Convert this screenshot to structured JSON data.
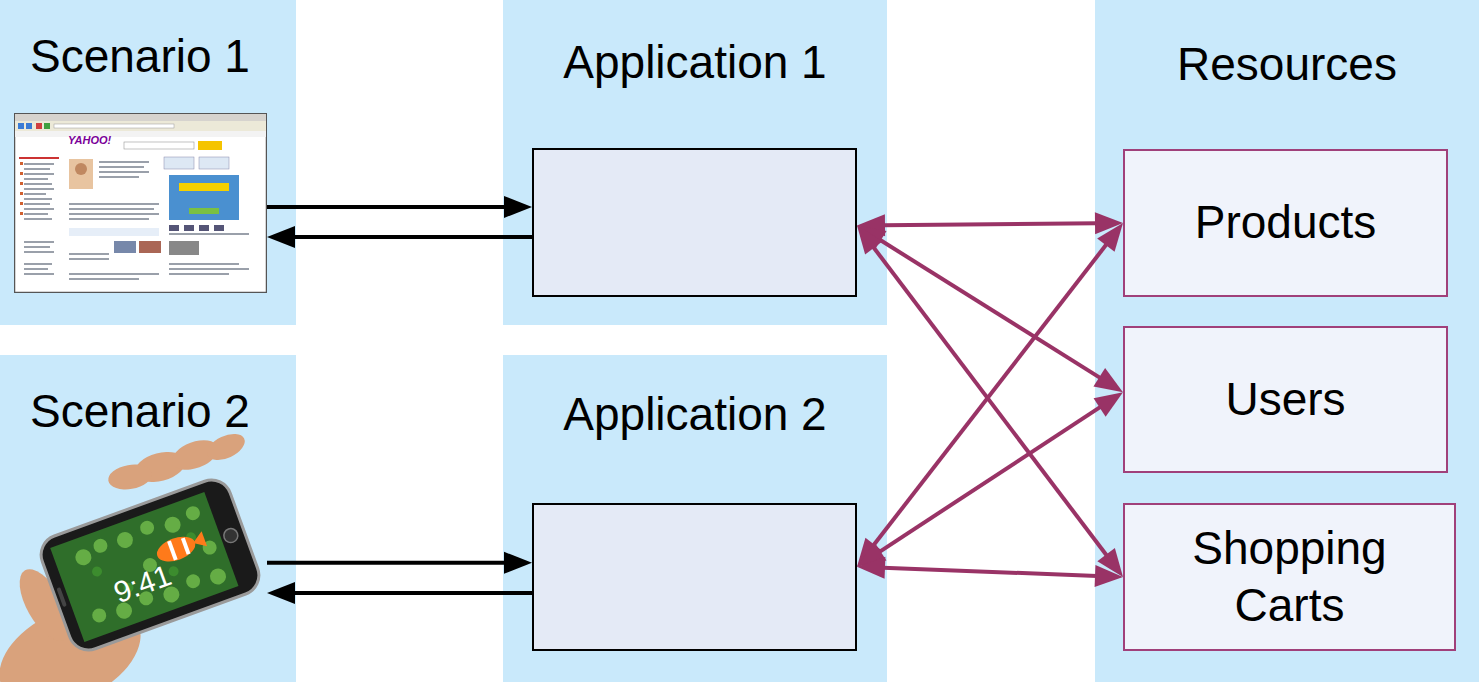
{
  "diagram": {
    "nodes": [
      {
        "text": [
          "Scenario 1"
        ]
      },
      {
        "text": [
          "Application 1"
        ]
      },
      {
        "text": [],
        "in": 1
      },
      {
        "text": [
          "Resources"
        ]
      },
      {
        "text": [
          "Products"
        ],
        "in": 3
      },
      {
        "text": [
          "Users"
        ],
        "in": 3
      },
      {
        "text": [
          "Shopping Carts"
        ],
        "in": 3
      },
      {
        "text": [
          "Scenario 2"
        ]
      },
      {
        "text": [
          "Application 2"
        ]
      },
      {
        "text": [],
        "in": 8
      }
    ],
    "edges": [
      {
        "from": 0,
        "to": 2,
        "arrow": "to"
      },
      {
        "from": 2,
        "to": 0,
        "arrow": "to"
      },
      {
        "from": 2,
        "to": 4,
        "arrow": "both"
      },
      {
        "from": 2,
        "to": 5,
        "arrow": "both"
      },
      {
        "from": 2,
        "to": 6,
        "arrow": "both"
      },
      {
        "from": 7,
        "to": 9,
        "arrow": "to"
      },
      {
        "from": 9,
        "to": 7,
        "arrow": "to"
      },
      {
        "from": 9,
        "to": 4,
        "arrow": "both"
      },
      {
        "from": 9,
        "to": 5,
        "arrow": "both"
      },
      {
        "from": 9,
        "to": 6,
        "arrow": "both"
      }
    ],
    "labels": [
      "YAHOO!",
      "9:41"
    ]
  }
}
